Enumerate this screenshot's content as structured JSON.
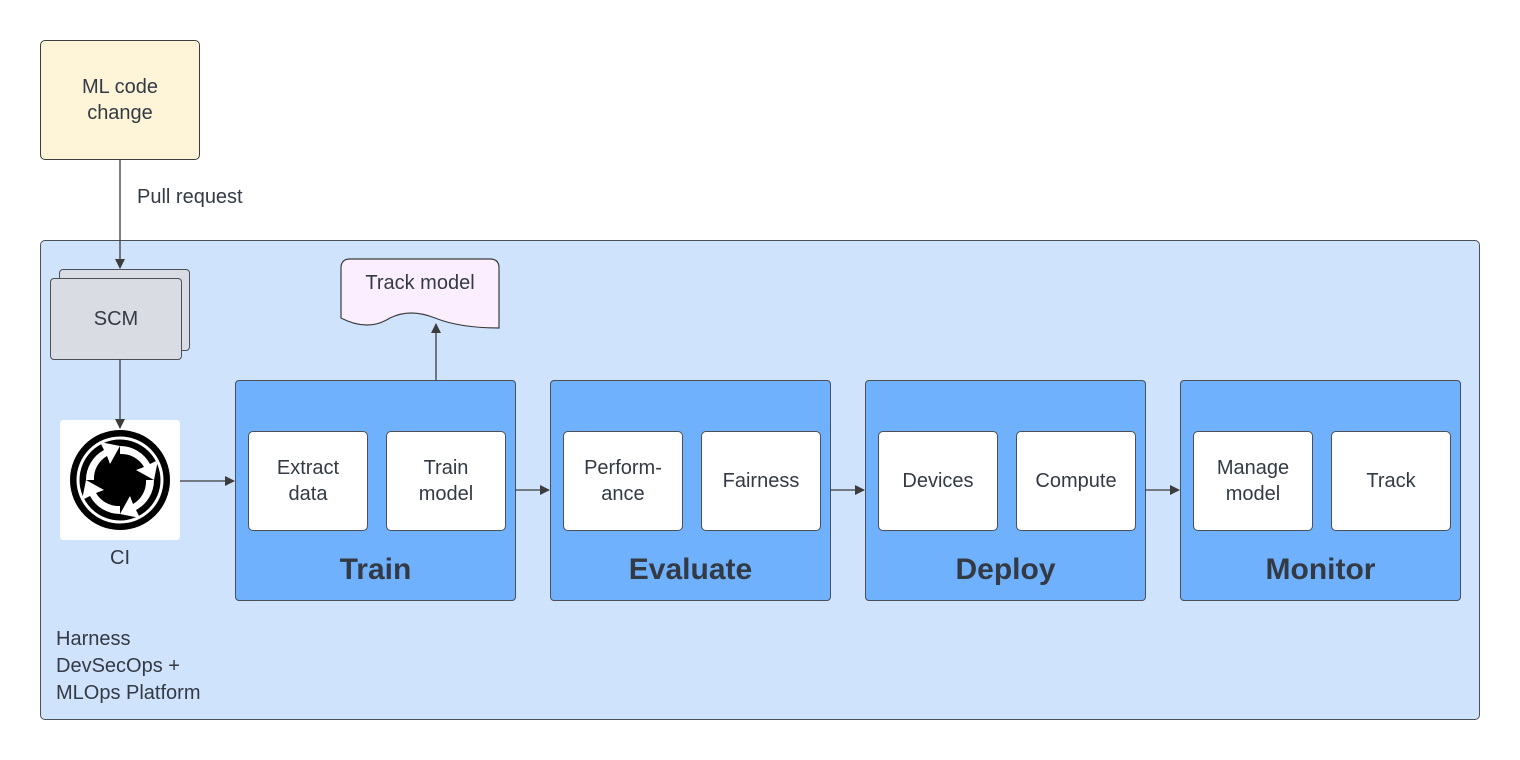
{
  "source": {
    "label": "ML code\nchange"
  },
  "pull_request_label": "Pull request",
  "scm": {
    "label": "SCM"
  },
  "ci": {
    "label": "CI",
    "icon": "ci-cycle-icon"
  },
  "track_model": {
    "label": "Track model"
  },
  "platform": {
    "label": "Harness\nDevSecOps +\nMLOps Platform"
  },
  "stages": [
    {
      "title": "Train",
      "steps": [
        "Extract\ndata",
        "Train\nmodel"
      ]
    },
    {
      "title": "Evaluate",
      "steps": [
        "Perform-\nance",
        "Fairness"
      ]
    },
    {
      "title": "Deploy",
      "steps": [
        "Devices",
        "Compute"
      ]
    },
    {
      "title": "Monitor",
      "steps": [
        "Manage\nmodel",
        "Track"
      ]
    }
  ],
  "colors": {
    "source_fill": "#fef4d8",
    "platform_fill": "#d0e3fc",
    "stage_fill": "#6fb1fc",
    "scm_fill": "#d9dde3",
    "note_fill": "#fbeefe",
    "line": "#3c3c3c"
  }
}
